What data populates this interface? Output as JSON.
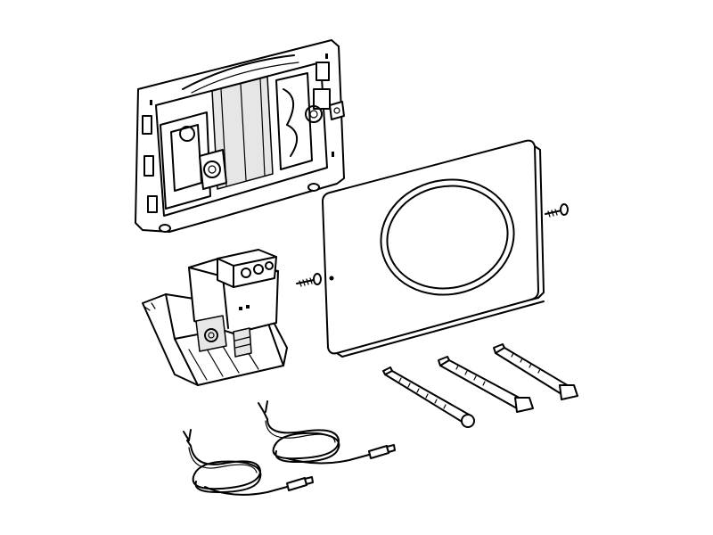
{
  "diagram": {
    "kind": "exploded-assembly-line-drawing",
    "stroke_color": "#000000",
    "background_color": "#ffffff",
    "parts": [
      {
        "id": "mounting-frame",
        "count": 1
      },
      {
        "id": "actuator-cover-plate",
        "count": 1
      },
      {
        "id": "screw",
        "count": 2
      },
      {
        "id": "electronics-module",
        "count": 1
      },
      {
        "id": "connection-cable",
        "count": 2
      },
      {
        "id": "fixing-rod",
        "count": 3
      }
    ]
  }
}
